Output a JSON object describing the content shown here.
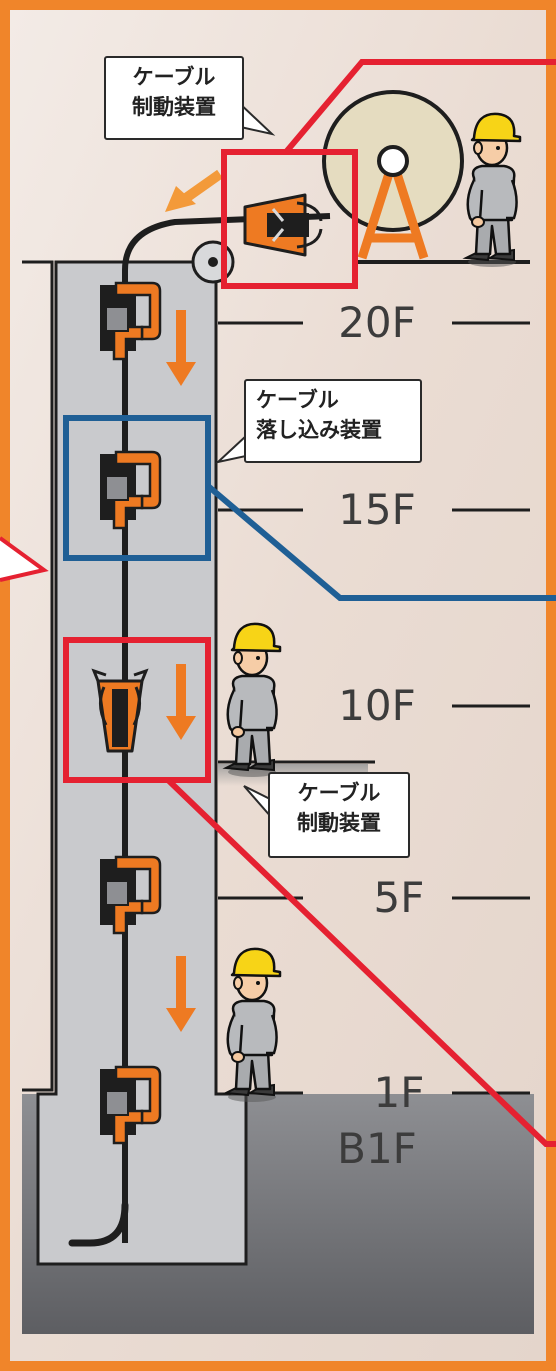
{
  "floors": [
    "20F",
    "15F",
    "10F",
    "5F",
    "1F",
    "B1F"
  ],
  "callouts": {
    "top_brake": [
      "ケーブル",
      "制動装置"
    ],
    "drop_device": [
      "ケーブル",
      "落し込み装置"
    ],
    "mid_brake": [
      "ケーブル",
      "制動装置"
    ]
  },
  "colors": {
    "frame_orange": "#f0852a",
    "device_orange": "#ee7a22",
    "highlight_red": "#e52131",
    "highlight_blue": "#1f5f95",
    "shaft_gray": "#c9cacd",
    "ground_gray": "#6b6c70",
    "helmet_yellow": "#f7d417",
    "cable_black": "#1e1e1e"
  },
  "icons": [
    "cable-drum-icon",
    "cable-brake-device-icon",
    "cable-drop-device-icon",
    "worker-icon",
    "down-arrow-icon"
  ]
}
